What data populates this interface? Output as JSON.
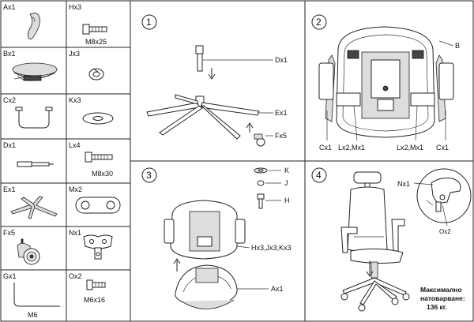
{
  "parts": [
    {
      "code": "Ax1",
      "size": ""
    },
    {
      "code": "Hx3",
      "size": "M8x25"
    },
    {
      "code": "Bx1",
      "size": ""
    },
    {
      "code": "Jx3",
      "size": ""
    },
    {
      "code": "Cx2",
      "size": ""
    },
    {
      "code": "Kx3",
      "size": ""
    },
    {
      "code": "Dx1",
      "size": ""
    },
    {
      "code": "Lx4",
      "size": "M8x30"
    },
    {
      "code": "Ex1",
      "size": ""
    },
    {
      "code": "Mx2",
      "size": ""
    },
    {
      "code": "Fx5",
      "size": ""
    },
    {
      "code": "Nx1",
      "size": ""
    },
    {
      "code": "Gx1",
      "size": "M6"
    },
    {
      "code": "Ox2",
      "size": "M6x16"
    }
  ],
  "steps": {
    "s1": {
      "num": "1",
      "labels": [
        "Dx1",
        "Ex1",
        "Fx5"
      ]
    },
    "s2": {
      "num": "2",
      "labels": [
        "B",
        "Cx1",
        "Lx2,Mx1",
        "Lx2,Mx1",
        "Cx1"
      ]
    },
    "s3": {
      "num": "3",
      "labels": [
        "K",
        "J",
        "H",
        "Hx3,Jx3,Kx3",
        "Ax1"
      ]
    },
    "s4": {
      "num": "4",
      "labels": [
        "Nx1",
        "Ox2"
      ],
      "note": [
        "Максимално",
        "натоварване:",
        "136 кг."
      ]
    }
  }
}
